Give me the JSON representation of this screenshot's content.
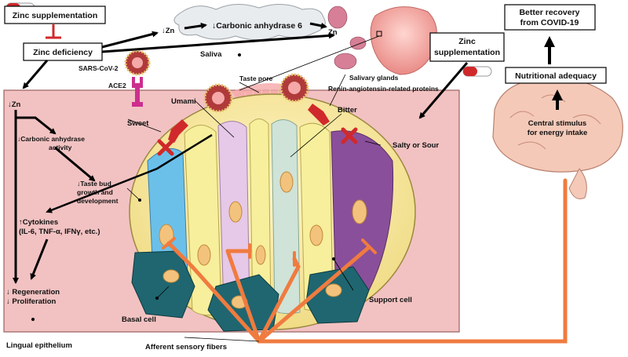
{
  "boxes": {
    "zinc_supp_top": "Zinc supplementation",
    "zinc_deficiency": "Zinc deficiency",
    "zinc_supp_right_1": "Zinc",
    "zinc_supp_right_2": "supplementation",
    "better_recovery_1": "Better recovery",
    "better_recovery_2": "from COVID-19",
    "nutritional_adequacy": "Nutritional adequacy"
  },
  "labels": {
    "zn_down_top": "↓Zn",
    "carbonic_anhydrase_6": "↓Carbonic anhydrase 6",
    "zn_saliva": "Zn",
    "saliva": "Saliva",
    "sars_cov_2": "SARS-CoV-2",
    "ace2": "ACE2",
    "taste_pore": "Taste pore",
    "salivary_glands": "Salivary glands",
    "renin": "Renin-angiotensin-related proteins",
    "umami": "Umami",
    "sweet": "Sweet",
    "bitter": "Bitter",
    "salty_sour": "Salty or Sour",
    "zn_down_left": "↓Zn",
    "ca_activity_1": "↓Carbonic anhydrase",
    "ca_activity_2": "activity",
    "taste_bud_1": "↓Taste bud",
    "taste_bud_2": "growth and",
    "taste_bud_3": "development",
    "cytokines_1": "↑Cytokines",
    "cytokines_2": "(IL-6, TNF-α, IFNγ, etc.)",
    "regeneration": "↓ Regeneration",
    "proliferation": "↓ Proliferation",
    "basal_cell": "Basal cell",
    "support_cell": "Support cell",
    "lingual_epithelium": "Lingual epithelium",
    "afferent": "Afferent sensory fibers",
    "central_1": "Central stimulus",
    "central_2": "for energy intake"
  },
  "colors": {
    "epithelium": "#f2c2c2",
    "taste_bud_outer": "#f5e8a8",
    "sweet_cell": "#6bc0ea",
    "umami_cell": "#e6c8e8",
    "bitter_cell": "#cfe3d8",
    "salty_sour_cell": "#8a4f9a",
    "support_cell": "#f7ef9c",
    "basal_cell": "#1f6670",
    "nucleus": "#f3c37d",
    "nerve": "#f07b3f",
    "inhibition": "#d0292b",
    "ace2": "#cc2e8e",
    "brain": "#f4c9b8"
  }
}
